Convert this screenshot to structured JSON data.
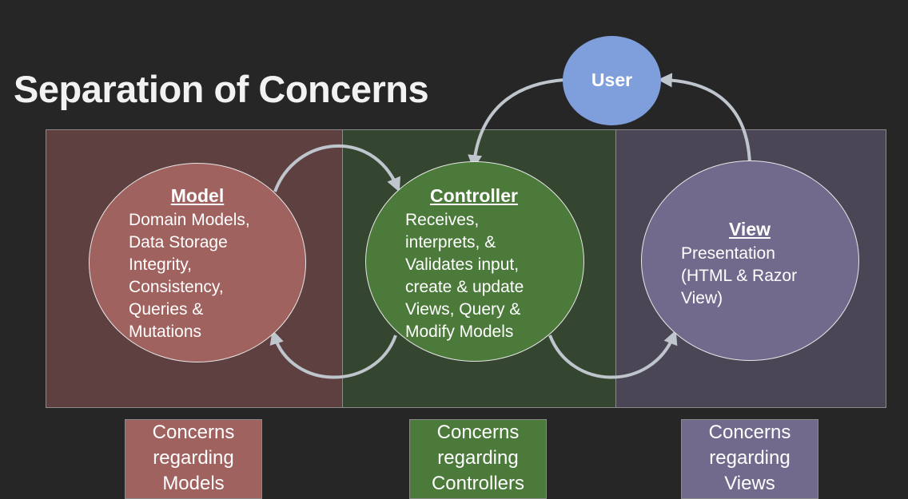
{
  "title": "Separation of Concerns",
  "user": {
    "label": "User"
  },
  "model": {
    "heading": "Model",
    "lines": [
      "Domain Models,",
      "Data Storage",
      "Integrity,",
      "Consistency,",
      "Queries &",
      "Mutations"
    ]
  },
  "controller": {
    "heading": "Controller",
    "lines": [
      "Receives,",
      "interprets, &",
      "Validates input,",
      "create & update",
      "Views, Query &",
      "Modify Models"
    ]
  },
  "view": {
    "heading": "View",
    "lines": [
      "Presentation",
      "(HTML & Razor",
      "View)"
    ]
  },
  "concerns": {
    "model": [
      "Concerns",
      "regarding",
      "Models"
    ],
    "controller": [
      "Concerns",
      "regarding",
      "Controllers"
    ],
    "view": [
      "Concerns",
      "regarding",
      "Views"
    ]
  },
  "colors": {
    "background": "#262626",
    "model_panel": "#5e4040",
    "controller_panel": "#344530",
    "view_panel": "#4b4656",
    "model_circle": "#a0625f",
    "controller_circle": "#4c7a3b",
    "view_circle": "#726a8d",
    "user_circle": "#7e9fdc",
    "arrow": "#bfc5cc"
  }
}
